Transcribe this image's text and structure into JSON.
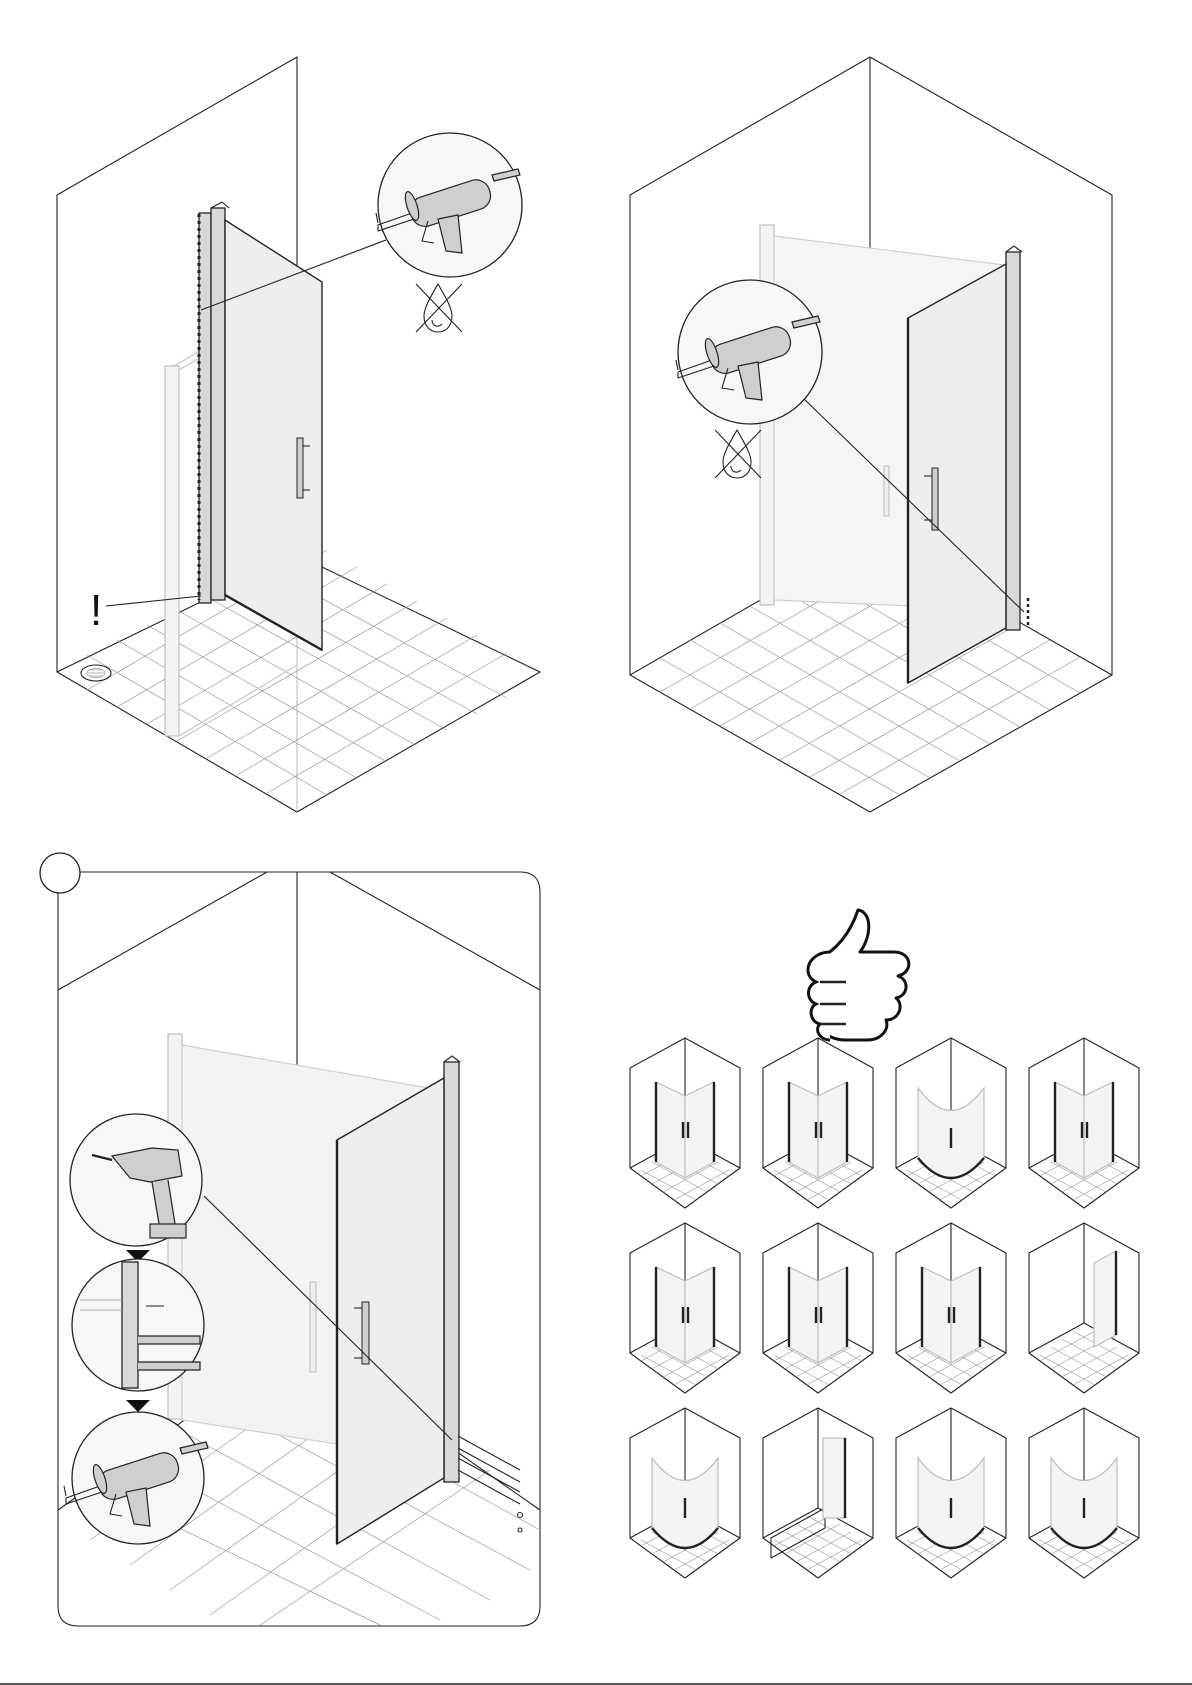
{
  "step1": {
    "warning_mark": "!"
  },
  "variants": {
    "rows": 3,
    "cols": 4,
    "items": [
      {
        "kind": "corner-double-door"
      },
      {
        "kind": "corner-hinged-pin"
      },
      {
        "kind": "quadrant-double"
      },
      {
        "kind": "niche-double-door"
      },
      {
        "kind": "niche-double-door-side"
      },
      {
        "kind": "niche-pin-door"
      },
      {
        "kind": "corner-side-panel"
      },
      {
        "kind": "walk-in-pin"
      },
      {
        "kind": "curved-walk-in"
      },
      {
        "kind": "bath-screen"
      },
      {
        "kind": "round-quadrant"
      },
      {
        "kind": "round-enclosure"
      }
    ]
  }
}
